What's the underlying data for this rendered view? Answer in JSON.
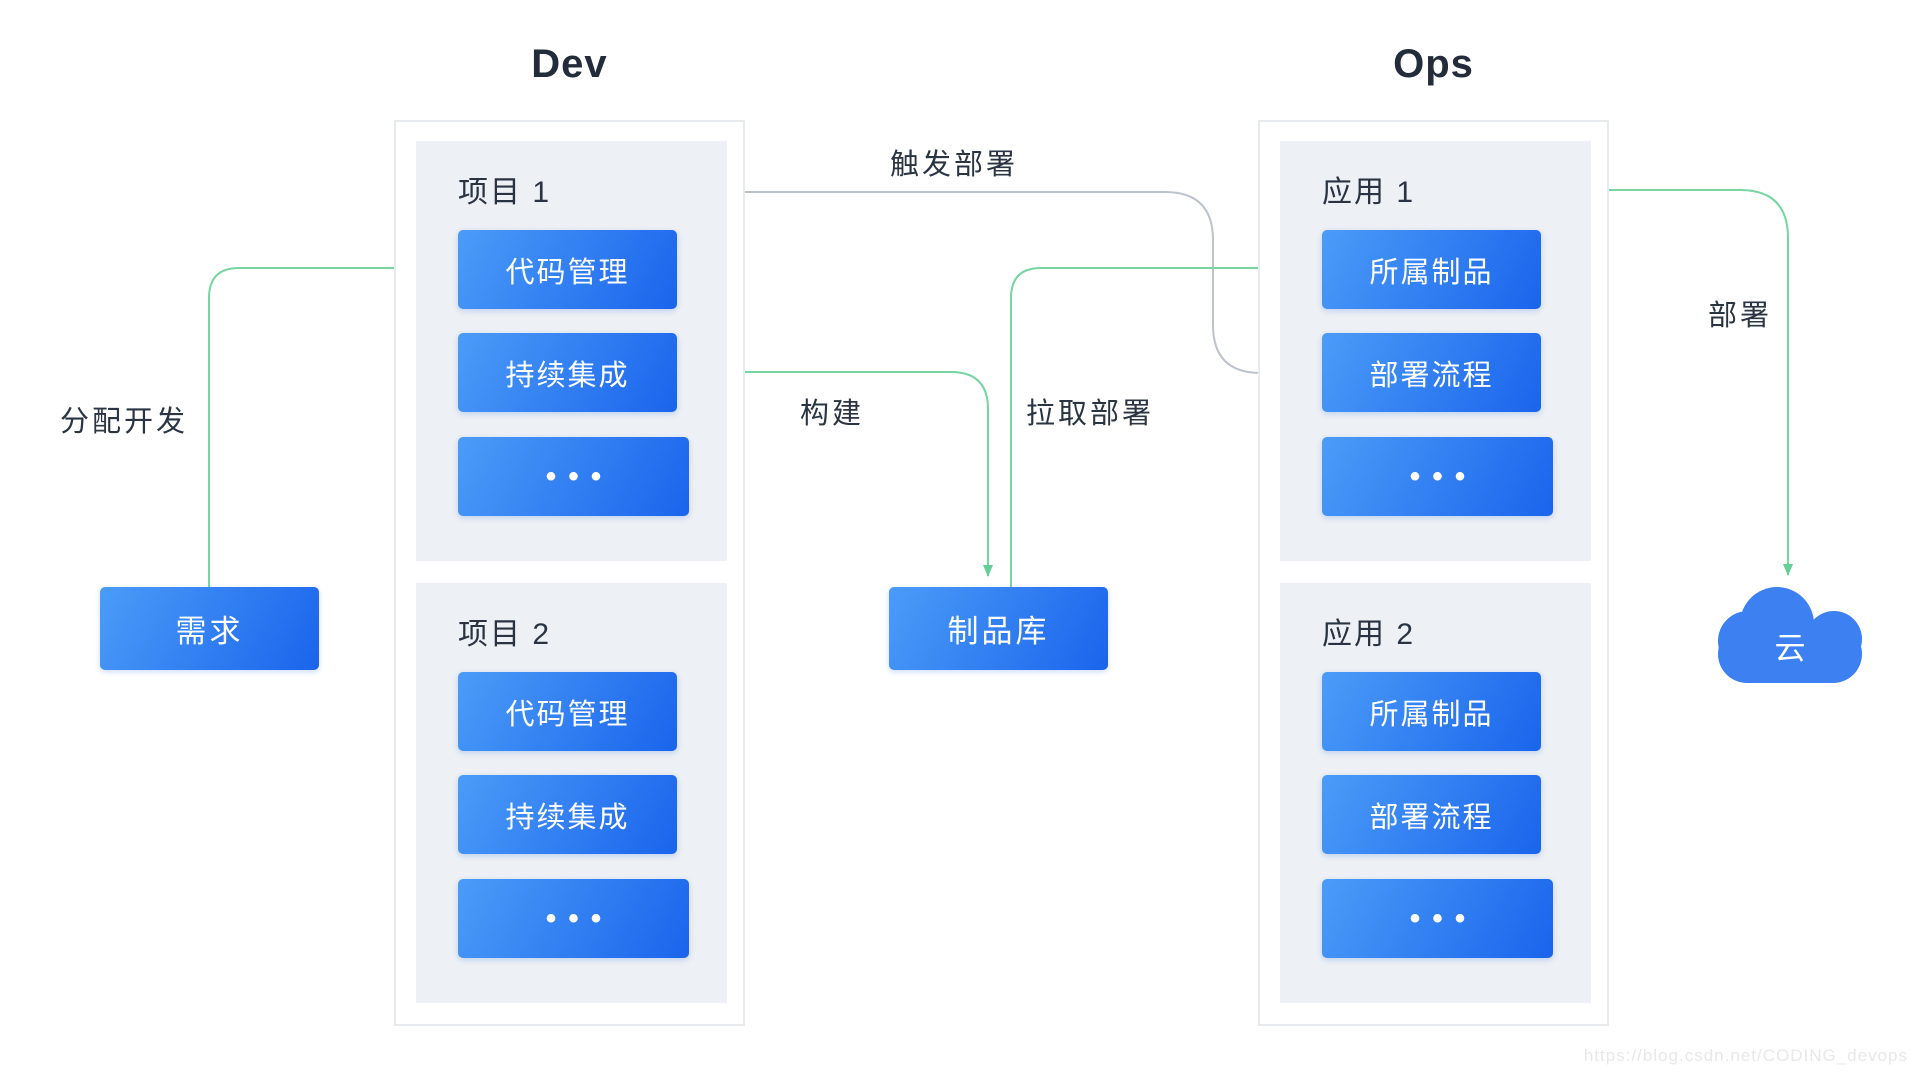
{
  "diagram": {
    "dev": {
      "title": "Dev",
      "groups": [
        {
          "label": "项目 1",
          "buttons": [
            "代码管理",
            "持续集成",
            "•••"
          ]
        },
        {
          "label": "项目 2",
          "buttons": [
            "代码管理",
            "持续集成",
            "•••"
          ]
        }
      ]
    },
    "ops": {
      "title": "Ops",
      "groups": [
        {
          "label": "应用 1",
          "buttons": [
            "所属制品",
            "部署流程",
            "•••"
          ]
        },
        {
          "label": "应用 2",
          "buttons": [
            "所属制品",
            "部署流程",
            "•••"
          ]
        }
      ]
    },
    "nodes": {
      "requirement": "需求",
      "artifact_repo": "制品库",
      "cloud": "云"
    },
    "edge_labels": {
      "assign_dev": "分配开发",
      "trigger_deploy": "触发部署",
      "build": "构建",
      "pull_deploy": "拉取部署",
      "deploy": "部署"
    },
    "colors": {
      "button_gradient_start": "#4B9CF8",
      "button_gradient_end": "#1A64EC",
      "green_line": "#76D5A1",
      "green_arrow": "#63CE96",
      "gray_line": "#BCC3CE",
      "gray_arrow": "#B3BAC7",
      "panel_bg": "#EDF0F4",
      "outer_border": "#E7EAEE",
      "text_dark": "#2A3342",
      "cloud_blue": "#3C80F2"
    },
    "watermark": "https://blog.csdn.net/CODING_devops"
  }
}
